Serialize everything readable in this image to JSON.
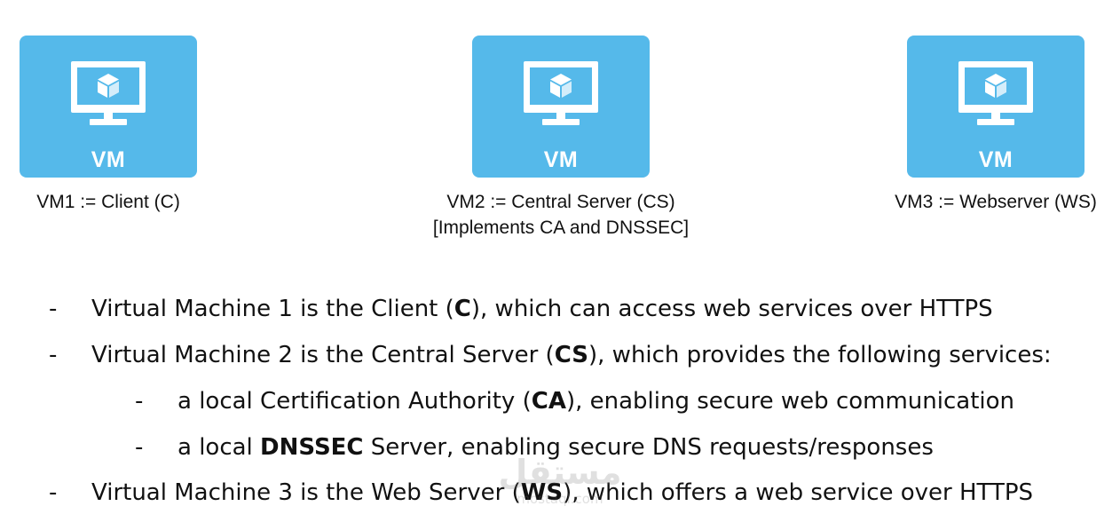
{
  "vms": [
    {
      "icon": "vm-monitor-icon",
      "label": "VM",
      "caption_lines": [
        "VM1 := Client (C)"
      ]
    },
    {
      "icon": "vm-monitor-icon",
      "label": "VM",
      "caption_lines": [
        "VM2 := Central Server (CS)",
        "[Implements CA and DNSSEC]"
      ]
    },
    {
      "icon": "vm-monitor-icon",
      "label": "VM",
      "caption_lines": [
        "VM3 := Webserver (WS)"
      ]
    }
  ],
  "bullets": [
    {
      "dash": "-",
      "before": "Virtual Machine 1 is the Client (",
      "bold": "C",
      "after": "), which can access web services over HTTPS"
    },
    {
      "dash": "-",
      "before": "Virtual Machine 2 is the Central Server (",
      "bold": "CS",
      "after": "), which provides the following services:"
    },
    {
      "dash": "-",
      "before": "a local Certification Authority (",
      "bold": "CA",
      "after": "), enabling secure web communication"
    },
    {
      "dash": "-",
      "before": "a local ",
      "bold": "DNSSEC",
      "after": " Server, enabling secure DNS requests/responses"
    },
    {
      "dash": "-",
      "before": "Virtual Machine 3 is the Web Server (",
      "bold": "WS",
      "after": "), which offers a web service over HTTPS"
    }
  ],
  "watermark": {
    "arabic": "مستقل",
    "latin": "mostaql.com"
  },
  "colors": {
    "vm_tile": "#55b9ea",
    "vm_text": "#ffffff",
    "text": "#111111"
  }
}
